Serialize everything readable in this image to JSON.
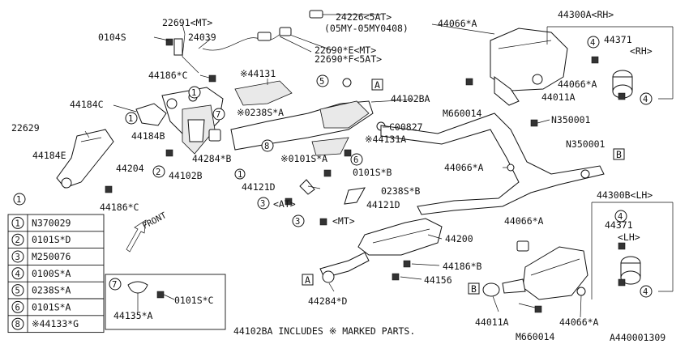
{
  "diagram_code": "A440001309",
  "footnote": "44102BA INCLUDES ※ MARKED PARTS.",
  "front_label": "FRONT",
  "ref_markers": {
    "A": "A",
    "B": "B"
  },
  "legend": [
    {
      "num": "1",
      "part": "N370029"
    },
    {
      "num": "2",
      "part": "0101S*D"
    },
    {
      "num": "3",
      "part": "M250076"
    },
    {
      "num": "4",
      "part": "0100S*A"
    },
    {
      "num": "5",
      "part": "0238S*A"
    },
    {
      "num": "6",
      "part": "0101S*A"
    },
    {
      "num": "8",
      "part": "※44133*G"
    }
  ],
  "inset": {
    "num": "7",
    "label_a": "0101S*C",
    "label_b": "44135*A"
  },
  "labels": {
    "p22691": "22691<MT>",
    "p0104s": "0104S",
    "p24039": "24039",
    "p24226": "24226<5AT>",
    "p24226b": "(05MY-05MY0408)",
    "p22690e": "22690*E<MT>",
    "p22690f": "22690*F<5AT>",
    "p44066a_top": "44066*A",
    "p44300a": "44300A<RH>",
    "p44371_rh": "44371",
    "rh": "<RH>",
    "p44186c_top": "44186*C",
    "p44131": "※44131",
    "p0238sa": "※0238S*A",
    "p44102ba": "44102BA",
    "pm660014_top": "M660014",
    "p44066a_mid": "44066*A",
    "p44011a_top": "44011A",
    "p44184c": "44184C",
    "pc00827": "C00827",
    "pn350001_a": "N350001",
    "p22629": "22629",
    "p44184b": "44184B",
    "p44131a": "※44131A",
    "pn350001_b": "N350001",
    "p44184e": "44184E",
    "p44284b": "44284*B",
    "p0101sa": "※0101S*A",
    "p44204": "44204",
    "p44102b": "44102B",
    "p0101sb": "0101S*B",
    "p44066a_right": "44066*A",
    "p44121d_a": "44121D",
    "p0238sb": "0238S*B",
    "p44186c_low": "44186*C",
    "pat": "<AT>",
    "p44121d_b": "44121D",
    "p44300b": "44300B<LH>",
    "pmt": "<MT>",
    "p44371_lh": "44371",
    "lh": "<LH>",
    "p44066a_lh": "44066*A",
    "p44200": "44200",
    "p44186b": "44186*B",
    "p44156": "44156",
    "p44284d": "44284*D",
    "p44011a_low": "44011A",
    "p44066a_bot": "44066*A",
    "pm660014_bot": "M660014"
  }
}
